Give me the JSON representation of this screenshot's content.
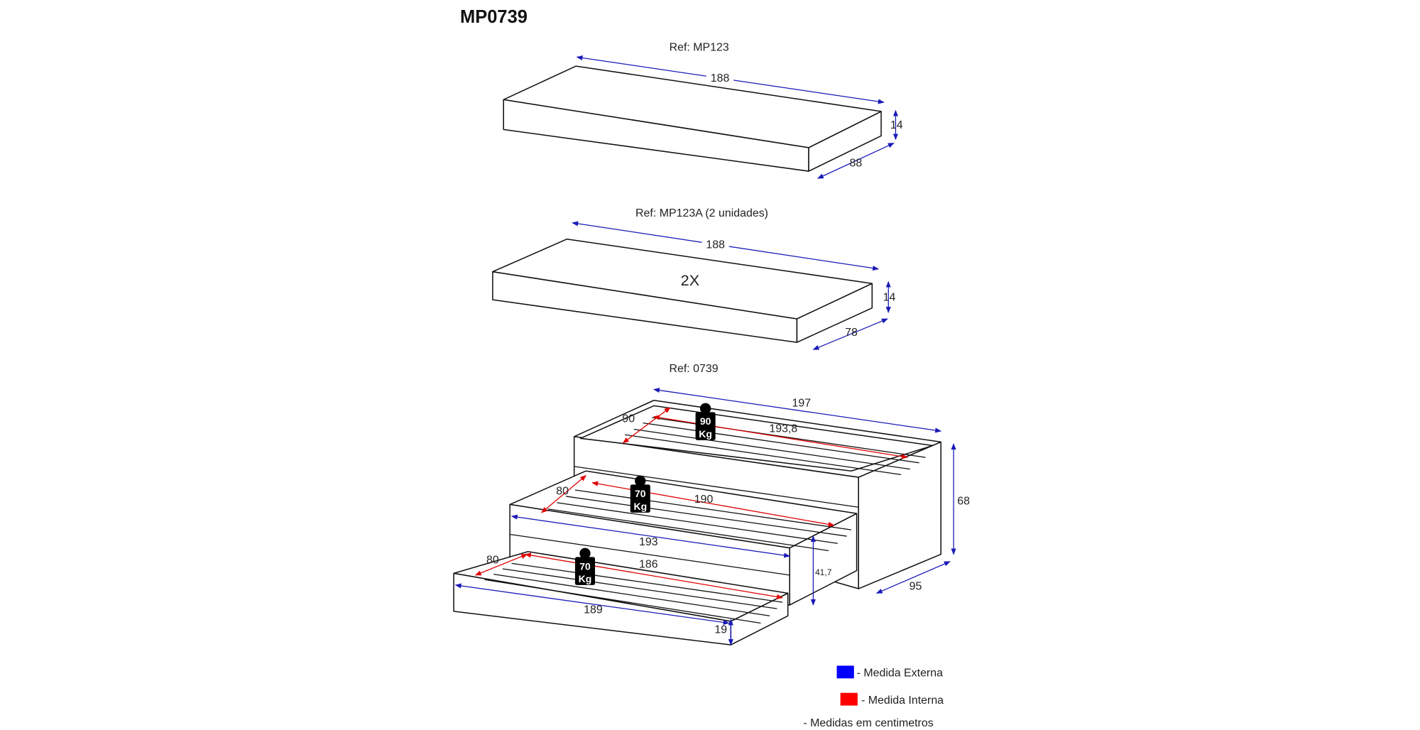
{
  "title": "MP0739",
  "parts": [
    {
      "ref": "Ref: MP123",
      "length": "188",
      "height": "14",
      "depth": "88",
      "label": ""
    },
    {
      "ref": "Ref: MP123A (2 unidades)",
      "length": "188",
      "height": "14",
      "depth": "78",
      "label": "2X"
    },
    {
      "ref": "Ref: 0739"
    }
  ],
  "bed": {
    "external": {
      "length": "197",
      "height": "68",
      "depth": "95",
      "middle_length": "193",
      "middle_height": "41,7",
      "lower_length": "189",
      "lower_height": "19"
    },
    "internal": {
      "top_depth": "90",
      "top_length": "193,8",
      "middle_depth": "80",
      "middle_length": "190",
      "lower_depth": "80",
      "lower_length": "186"
    },
    "weights": [
      {
        "value": "90",
        "unit": "Kg"
      },
      {
        "value": "70",
        "unit": "Kg"
      },
      {
        "value": "70",
        "unit": "Kg"
      }
    ]
  },
  "legend": {
    "external": "- Medida Externa",
    "internal": "- Medida Interna",
    "note": "- Medidas em centimetros",
    "colors": {
      "external": "#0000ff",
      "internal": "#ff0000"
    }
  }
}
